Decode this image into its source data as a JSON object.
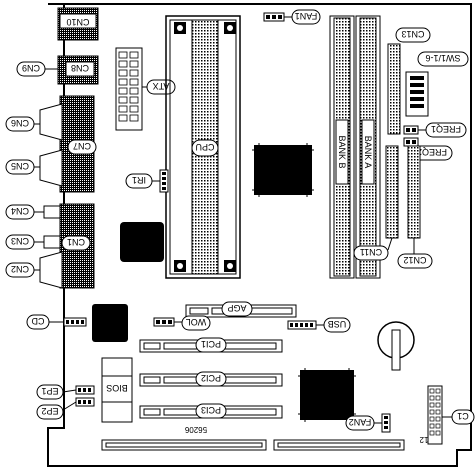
{
  "labels": {
    "cn10": "CN10",
    "cn9": "CN9",
    "cn8": "CN8",
    "cn6": "CN6",
    "cn7": "CN7",
    "cn5": "CN5",
    "cn4": "CN4",
    "cn1": "CN1",
    "cn3": "CN3",
    "cn2": "CN2",
    "cd": "CD",
    "ep1": "EP1",
    "ep2": "EP2",
    "fan1": "FAN1",
    "fan2": "FAN2",
    "atx": "ATX",
    "cpu": "CPU",
    "ir1": "IR1",
    "wol": "WOL",
    "agp": "AGP",
    "pci1": "PCI1",
    "pci2": "PCI2",
    "pci3": "PCI3",
    "usb": "USB",
    "bios": "BIOS",
    "cn13": "CN13",
    "sw1": "SW1/1-6",
    "freq1": "FREQ1",
    "freq2": "FREQ2",
    "cn11": "CN11",
    "cn12": "CN12",
    "bank_a": "BANK A",
    "bank_b": "BANK B",
    "c1": "C1",
    "pin12": "12",
    "board_mark": "56206"
  }
}
